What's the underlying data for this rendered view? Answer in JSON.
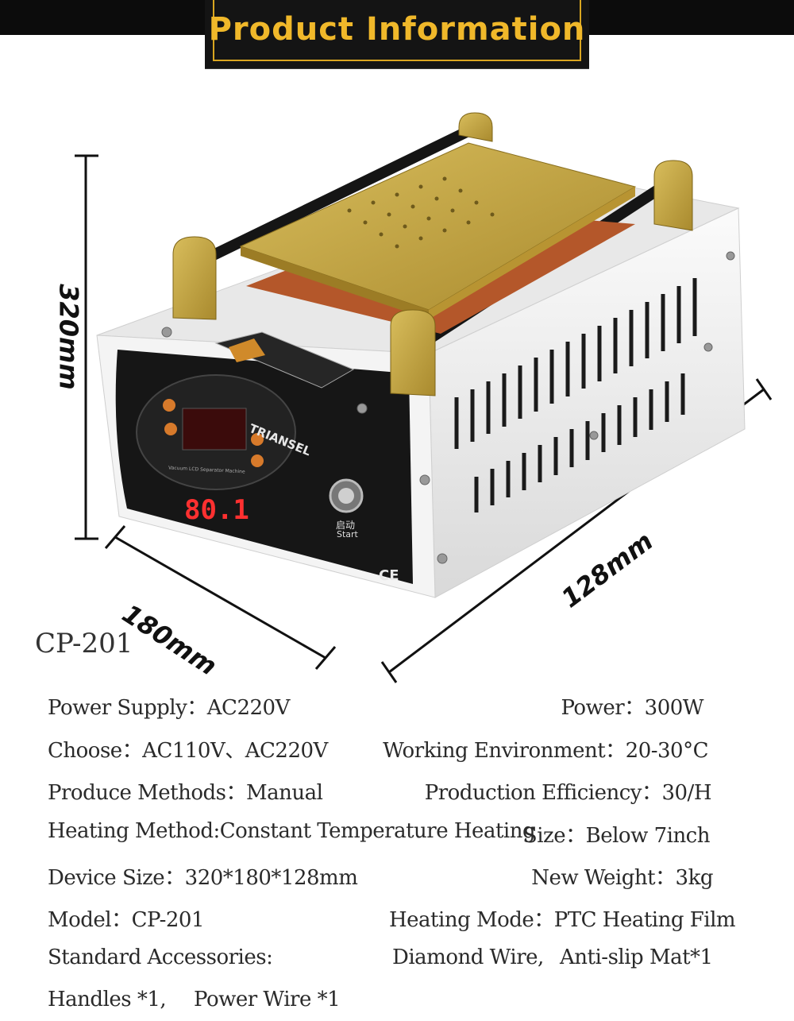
{
  "header": {
    "title": "Product Information"
  },
  "product": {
    "brand": "TRIANSEL",
    "display_reading": "80.1",
    "panel_title": "Vacuum LCD Separator Machine",
    "start_label_cn": "启动",
    "start_label": "Start",
    "ce_mark": "CE"
  },
  "dimensions": {
    "height": "320mm",
    "depth": "180mm",
    "width": "128mm"
  },
  "model_label": "CP-201",
  "specs": {
    "power_supply": "Power Supply：AC220V",
    "power": "Power：300W",
    "choose": "Choose：AC110V、AC220V",
    "working_environment": "Working Environment：20-30°C",
    "produce_methods": "Produce Methods：Manual",
    "production_efficiency": "Production Efficiency：30/H",
    "heating_method": "Heating Method:Constant Temperature Heating",
    "size": "Size：Below 7inch",
    "device_size": "Device Size：320*180*128mm",
    "new_weight": "New Weight：3kg",
    "model": "Model：CP-201",
    "heating_mode": "Heating Mode：PTC Heating Film",
    "standard_accessories": "Standard Accessories:",
    "diamond_wire": "Diamond Wire,",
    "anti_slip_mat": "Anti-slip Mat*1",
    "handles": "Handles *1,",
    "power_wire": "Power Wire *1"
  },
  "colors": {
    "gold": "#f0b82a",
    "plate": "#c9a645",
    "body": "#f2f2f2",
    "panel": "#161616",
    "display": "#ff3030"
  }
}
